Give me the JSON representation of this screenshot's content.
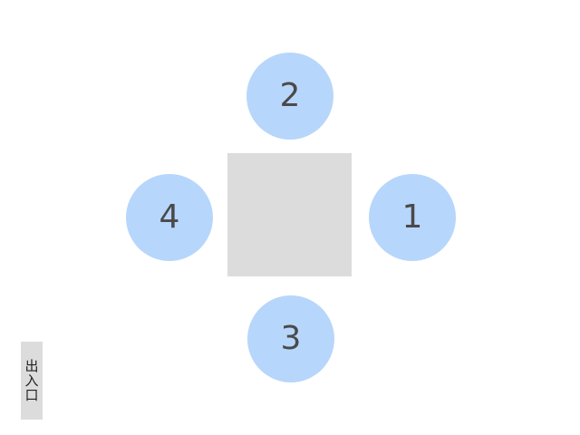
{
  "seats": {
    "top": "2",
    "left": "4",
    "right": "1",
    "bottom": "3"
  },
  "entrance": {
    "label": "出入口"
  },
  "colors": {
    "seat": "#b7d6fb",
    "table": "#dcdcdc",
    "seat_text": "#4a4a4a"
  }
}
